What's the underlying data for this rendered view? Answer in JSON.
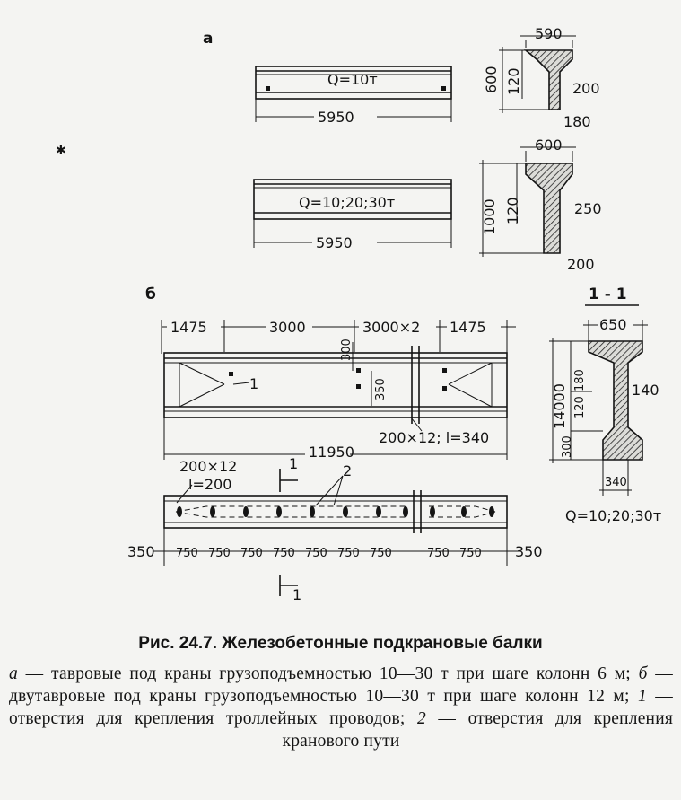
{
  "figure": {
    "labels": {
      "a": "а",
      "b": "б",
      "section": "1 - 1"
    },
    "beam1": {
      "load": "Q=10т",
      "length": "5950",
      "flange": "590",
      "height": "600",
      "flange_h": "120",
      "web": "200",
      "bottom": "180"
    },
    "beam2": {
      "load": "Q=10;20;30т",
      "length": "5950",
      "flange": "600",
      "height": "1000",
      "flange_h": "120",
      "web": "250",
      "bottom": "200"
    },
    "beam3": {
      "segments": [
        "1475",
        "3000",
        "3000×2",
        "1475"
      ],
      "total": "11950",
      "vertical_300": "300",
      "vertical_350": "350",
      "marker_1": "1",
      "holes_note": "200×12; l=340"
    },
    "plan": {
      "holes_top": "200×12",
      "holes_l": "l=200",
      "marker_1": "1",
      "marker_2": "2",
      "section_mark": "1",
      "end_left": "350",
      "end_right": "350",
      "step": "750"
    },
    "section11": {
      "flange": "650",
      "height": "14000",
      "flange_h": "180",
      "h120": "120",
      "h300": "300",
      "web": "140",
      "bottom": "340",
      "load": "Q=10;20;30т"
    }
  },
  "caption": {
    "title": "Рис. 24.7. Железобетонные подкрановые балки",
    "a_letter": "а",
    "a_text": " — тавровые под краны грузоподъемностью 10—30 т при шаге колонн 6 м; ",
    "b_letter": "б",
    "b_text": " — двутавровые под краны грузоподъемностью 10—30 т при шаге колонн 12 м; ",
    "n1": "1",
    "n1_text": " — отверстия для крепления троллейных проводов; ",
    "n2": "2",
    "n2_text": " — отверстия для крепления кранового пути"
  }
}
